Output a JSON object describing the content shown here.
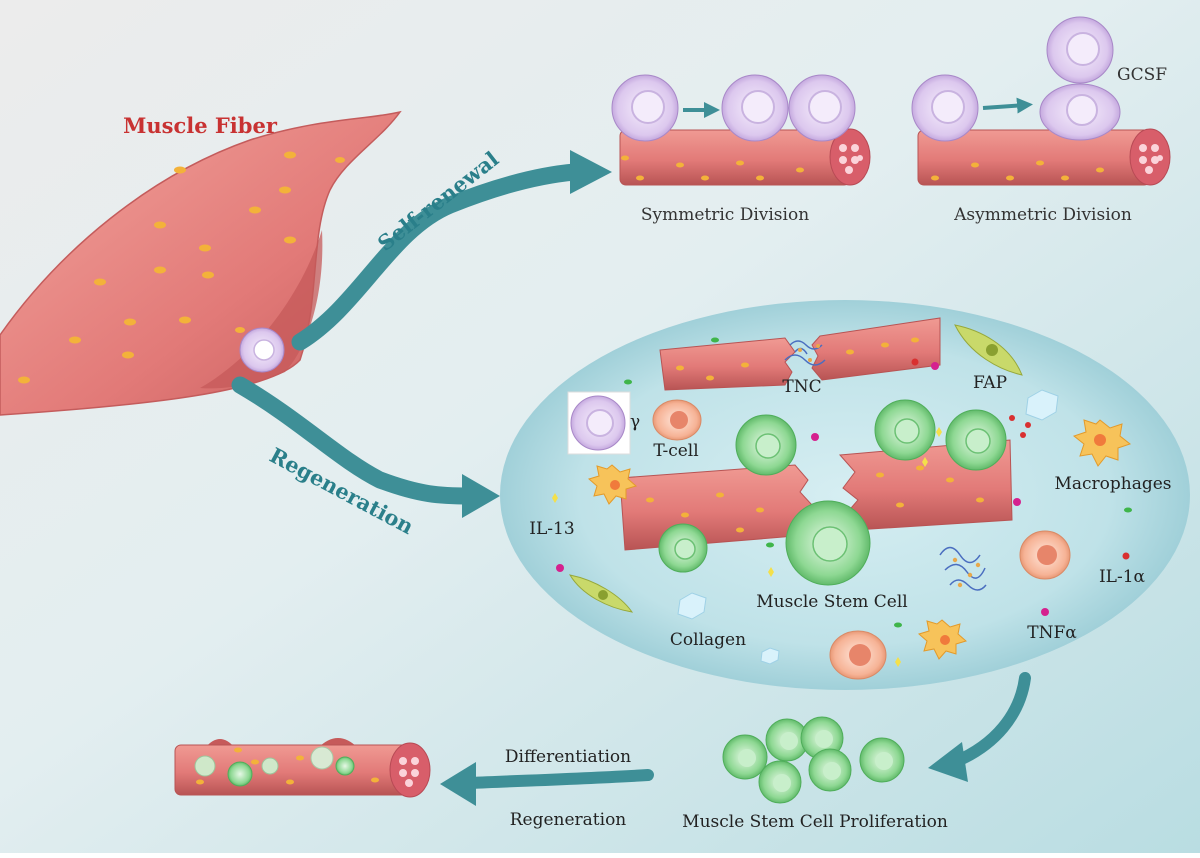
{
  "labels": {
    "muscle_fiber": "Muscle Fiber",
    "self_renewal": "Self-renewal",
    "regeneration_arrow": "Regeneration",
    "gcsf": "GCSF",
    "symmetric_division": "Symmetric Division",
    "asymmetric_division": "Asymmetric Division",
    "tnc": "TNC",
    "fap": "FAP",
    "ifn_gamma": "γ",
    "t_cell": "T-cell",
    "macrophages": "Macrophages",
    "il13": "IL-13",
    "muscle_stem_cell": "Muscle Stem Cell",
    "collagen": "Collagen",
    "il1a": "IL-1α",
    "tnfa": "TNFα",
    "differentiation": "Differentiation",
    "regeneration_bottom": "Regeneration",
    "proliferation": "Muscle Stem Cell Proliferation"
  },
  "colors": {
    "fiber": "#e27a78",
    "fiber_dark": "#c65a5a",
    "quiescent_cell": "#d9c6ea",
    "stem_cell": "#7fcf86",
    "arrow": "#3e8f97",
    "title_red": "#c83232",
    "regen_text": "#2a7f8a",
    "niche": "#a9d7df",
    "t_cell": "#f4a98c"
  }
}
